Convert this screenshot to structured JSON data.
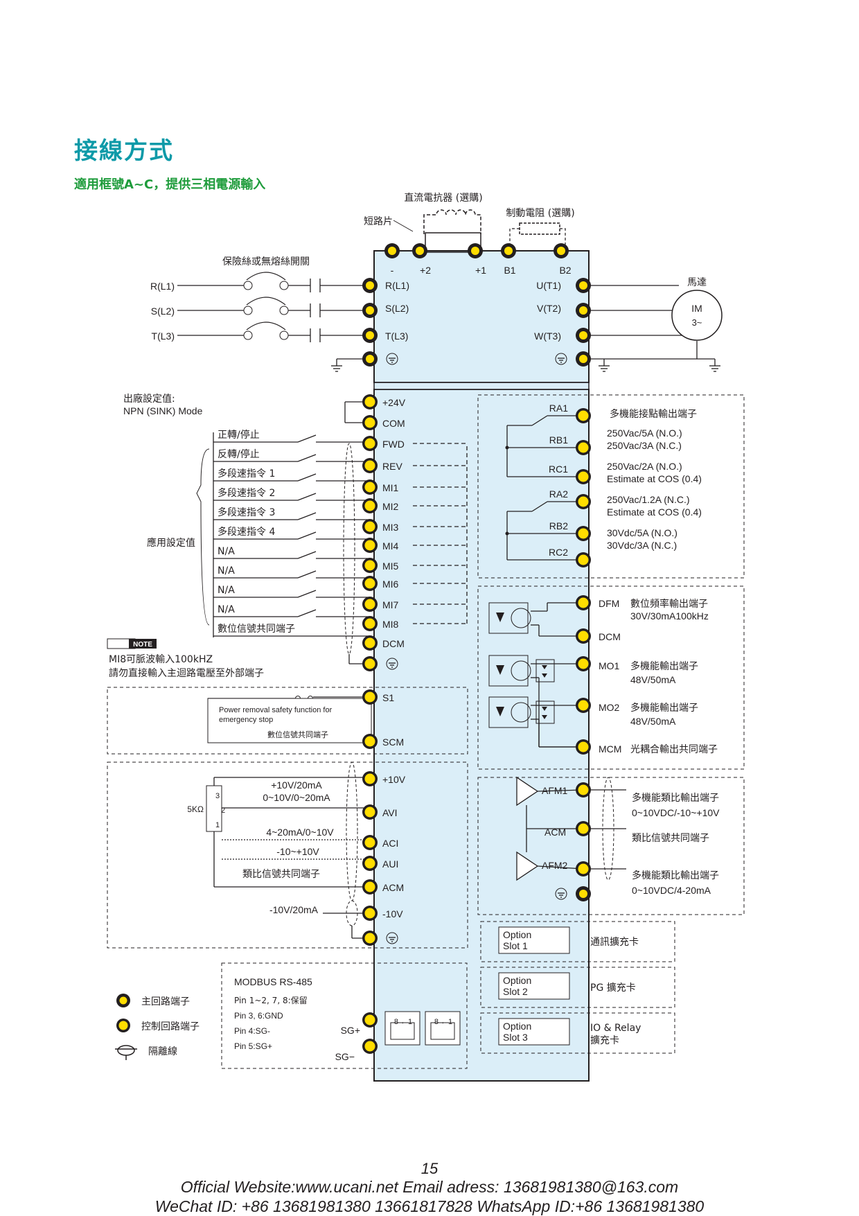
{
  "header": {
    "title": "接線方式",
    "subtitle": "適用框號A~C，提供三相電源輸入"
  },
  "top": {
    "dc_reactor": "直流電抗器 (選購)",
    "brake_resistor": "制動電阻 (選購)",
    "jumper": "短路片",
    "fuse_label": "保險絲或無熔絲開關",
    "terminals": [
      "-",
      "+2",
      "+1",
      "B1",
      "B2"
    ]
  },
  "power_inputs": {
    "left": [
      "R(L1)",
      "S(L2)",
      "T(L3)"
    ],
    "inner": [
      "R(L1)",
      "S(L2)",
      "T(L3)"
    ]
  },
  "motor": {
    "outputs": [
      "U(T1)",
      "V(T2)",
      "W(T3)"
    ],
    "label": "馬達",
    "im": "IM",
    "phase": "3~"
  },
  "factory": {
    "label": "出廠設定值:",
    "mode": "NPN (SINK) Mode"
  },
  "digital_inputs": {
    "app_label": "應用設定值",
    "labels": [
      "正轉/停止",
      "反轉/停止",
      "多段速指令 1",
      "多段速指令 2",
      "多段速指令 3",
      "多段速指令 4",
      "N/A",
      "N/A",
      "N/A",
      "N/A",
      "數位信號共同端子"
    ],
    "terminals": [
      "+24V",
      "COM",
      "FWD",
      "REV",
      "MI1",
      "MI2",
      "MI3",
      "MI4",
      "MI5",
      "MI6",
      "MI7",
      "MI8",
      "DCM"
    ]
  },
  "note": {
    "badge": "NOTE",
    "line1": "MI8可脈波輸入100kHZ",
    "line2": "請勿直接輸入主迴路電壓至外部端子"
  },
  "safety": {
    "line1": "Power removal safety function for",
    "line2": "emergency stop",
    "common": "數位信號共同端子",
    "terminals": [
      "S1",
      "SCM"
    ]
  },
  "analog_inputs": {
    "pot": "5KΩ",
    "pot_pins": [
      "3",
      "2",
      "1"
    ],
    "avi_desc1": "+10V/20mA",
    "avi_desc2": "0~10V/0~20mA",
    "aci_desc": "4~20mA/0~10V",
    "aui_desc": "-10~+10V",
    "acm_desc": "類比信號共同端子",
    "neg_desc": "-10V/20mA",
    "terminals": [
      "+10V",
      "AVI",
      "ACI",
      "AUI",
      "ACM",
      "-10V"
    ]
  },
  "relays": {
    "terminals": [
      "RA1",
      "RB1",
      "RC1",
      "RA2",
      "RB2",
      "RC2"
    ],
    "title": "多機能接點輸出端子",
    "specs": [
      "250Vac/5A (N.O.)",
      "250Vac/3A (N.C.)",
      "250Vac/2A (N.O.)",
      "Estimate at COS (0.4)",
      "250Vac/1.2A (N.C.)",
      "Estimate at COS (0.4)",
      "30Vdc/5A (N.O.)",
      "30Vdc/3A (N.C.)"
    ]
  },
  "outputs": {
    "dfm": "DFM",
    "dfm_desc1": "數位頻率輸出端子",
    "dfm_desc2": "30V/30mA100kHz",
    "dcm": "DCM",
    "mo1": "MO1",
    "mo1_desc1": "多機能輸出端子",
    "mo1_desc2": "48V/50mA",
    "mo2": "MO2",
    "mo2_desc1": "多機能輸出端子",
    "mo2_desc2": "48V/50mA",
    "mcm": "MCM",
    "mcm_desc": "光耦合輸出共同端子"
  },
  "analog_outputs": {
    "afm1": "AFM1",
    "acm": "ACM",
    "afm2": "AFM2",
    "afm1_desc1": "多機能類比輸出端子",
    "afm1_desc2": "0~10VDC/-10~+10V",
    "acm_desc": "類比信號共同端子",
    "afm2_desc1": "多機能類比輸出端子",
    "afm2_desc2": "0~10VDC/4-20mA"
  },
  "modbus": {
    "title": "MODBUS RS-485",
    "pins": [
      "Pin 1~2, 7, 8:保留",
      "Pin 3, 6:GND",
      "Pin 4:SG-",
      "Pin 5:SG+"
    ],
    "sgp": "SG+",
    "sgm": "SG−",
    "conn1": "8 ←1",
    "conn2": "8 ←1"
  },
  "slots": [
    {
      "line1": "Option",
      "line2": "Slot 1",
      "desc1": "通訊擴充卡",
      "desc2": ""
    },
    {
      "line1": "Option",
      "line2": "Slot 2",
      "desc1": "PG 擴充卡",
      "desc2": ""
    },
    {
      "line1": "Option",
      "line2": "Slot 3",
      "desc1": "IO & Relay",
      "desc2": "擴充卡"
    }
  ],
  "legend": {
    "main": "主回路端子",
    "control": "控制回路端子",
    "shield": "隔離線"
  },
  "footer": {
    "page": "15",
    "line1": "Official Website:www.ucani.net  Email adress: 13681981380@163.com",
    "line2": "WeChat  ID: +86 13681981380 13661817828  WhatsApp ID:+86 13681981380"
  },
  "colors": {
    "title": "#0d9aa8",
    "subtitle": "#1f9c3c",
    "panel": "#dbeef8",
    "terminal": "#ffdd00"
  }
}
